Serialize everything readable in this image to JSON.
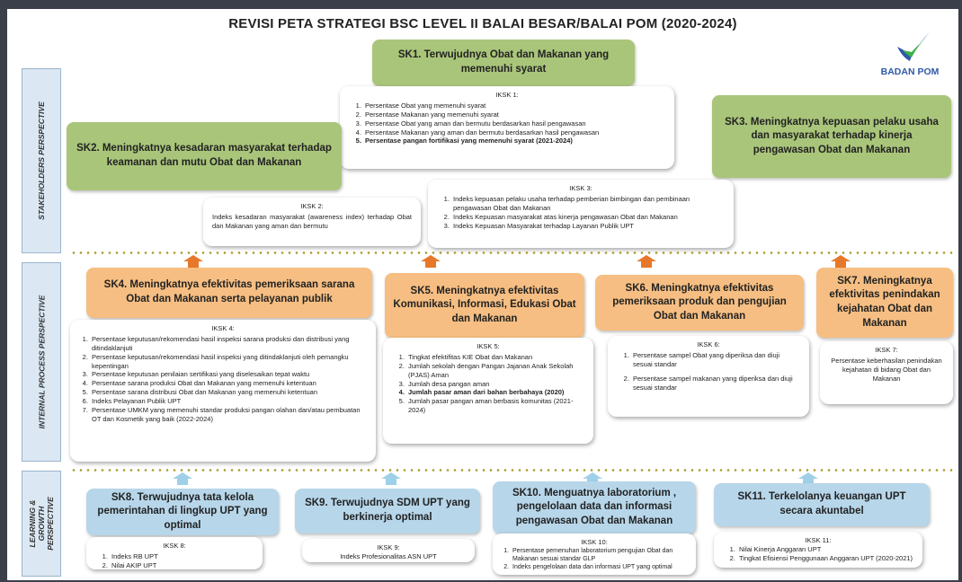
{
  "title": "REVISI PETA STRATEGI BSC LEVEL II BALAI BESAR/BALAI POM (2020-2024)",
  "logo": {
    "text": "BADAN POM",
    "icon": "badan-pom-logo-icon",
    "color": "#2f5aa8"
  },
  "perspectives": {
    "stakeholder": "STAKEHOLDERS PERSPECTIVE",
    "internal": "INTERNAL PROCESS PERSPECTIVE",
    "learning": "LEARNING & GROWTH PERSPECTIVE"
  },
  "colors": {
    "stakeholder": "#a9c57a",
    "internal": "#f6be82",
    "learning": "#b7d6ea",
    "arrow": "#e7782a"
  },
  "sk1": {
    "label": "SK1. Terwujudnya Obat dan Makanan yang memenuhi syarat",
    "iksk_title": "IKSK 1:",
    "items": [
      "Persentase Obat yang memenuhi syarat",
      "Persentase Makanan yang memenuhi syarat",
      "Persentase Obat yang aman dan bermutu berdasarkan hasil pengawasan",
      "Persentase Makanan yang aman dan bermutu berdasarkan hasil pengawasan",
      "Persentase pangan fortifikasi yang memenuhi syarat (2021-2024)"
    ]
  },
  "sk2": {
    "label": "SK2. Meningkatnya kesadaran masyarakat terhadap keamanan dan mutu Obat dan Makanan",
    "iksk_title": "IKSK 2:",
    "text": "Indeks kesadaran masyarakat (awareness index) terhadap Obat dan Makanan yang aman dan bermutu"
  },
  "sk3": {
    "label": "SK3. Meningkatnya kepuasan pelaku usaha dan masyarakat terhadap kinerja pengawasan Obat dan Makanan",
    "iksk_title": "IKSK 3:",
    "items": [
      "Indeks kepuasan pelaku usaha terhadap pemberian bimbingan dan pembinaan pengawasan Obat dan Makanan",
      "Indeks Kepuasan masyarakat atas kinerja pengawasan Obat dan Makanan",
      "Indeks Kepuasan Masyarakat terhadap Layanan Publik UPT"
    ]
  },
  "sk4": {
    "label": "SK4. Meningkatnya efektivitas pemeriksaan sarana Obat dan Makanan serta pelayanan publik",
    "iksk_title": "IKSK 4:",
    "items": [
      "Persentase keputusan/rekomendasi hasil inspeksi sarana produksi dan distribusi yang ditindaklanjuti",
      "Persentase keputusan/rekomendasi hasil inspeksi yang ditindaklanjuti oleh pemangku kepentingan",
      "Persentase keputusan penilaian sertifikasi yang diselesaikan tepat waktu",
      "Persentase sarana produksi Obat dan Makanan yang memenuhi ketentuan",
      "Persentase sarana distribusi Obat dan Makanan yang memenuhi ketentuan",
      "Indeks Pelayanan Publik UPT",
      "Persentase UMKM yang memenuhi standar produksi pangan olahan dan/atau pembuatan OT dan Kosmetik yang baik (2022-2024)"
    ]
  },
  "sk5": {
    "label": "SK5. Meningkatnya efektivitas Komunikasi, Informasi, Edukasi Obat dan Makanan",
    "iksk_title": "IKSK 5:",
    "items": [
      "Tingkat efektifitas KIE Obat dan Makanan",
      "Jumlah sekolah dengan Pangan Jajanan Anak Sekolah (PJAS) Aman",
      "Jumlah desa pangan aman",
      "Jumlah pasar aman dari bahan berbahaya (2020)",
      "Jumlah pasar pangan aman berbasis komunitas (2021-2024)"
    ]
  },
  "sk6": {
    "label": "SK6. Meningkatnya efektivitas pemeriksaan produk dan pengujian Obat dan Makanan",
    "iksk_title": "IKSK 6:",
    "items": [
      "Persentase sampel Obat yang diperiksa dan diuji sesuai standar",
      "Persentase sampel makanan yang diperiksa dan diuji sesuai standar"
    ]
  },
  "sk7": {
    "label": "SK7. Meningkatnya efektivitas penindakan kejahatan Obat dan Makanan",
    "iksk_title": "IKSK 7:",
    "text": "Persentase keberhasilan penindakan kejahatan di bidang Obat dan Makanan"
  },
  "sk8": {
    "label": "SK8. Terwujudnya tata kelola pemerintahan di lingkup UPT yang optimal",
    "iksk_title": "IKSK 8:",
    "items": [
      "Indeks RB UPT",
      "Nilai AKIP UPT"
    ]
  },
  "sk9": {
    "label": "SK9. Terwujudnya SDM UPT yang berkinerja optimal",
    "iksk_title": "IKSK 9:",
    "text": "Indeks Profesionalitas ASN UPT"
  },
  "sk10": {
    "label": "SK10. Menguatnya laboratorium , pengelolaan data dan informasi pengawasan Obat dan Makanan",
    "iksk_title": "IKSK 10:",
    "items": [
      "Persentase pemenuhan laboratorium pengujian Obat dan Makanan sesuai standar GLP",
      "Indeks pengelolaan data dan informasi UPT yang optimal"
    ]
  },
  "sk11": {
    "label": "SK11. Terkelolanya keuangan UPT secara akuntabel",
    "iksk_title": "IKSK 11:",
    "items": [
      "Nilai Kinerja Anggaran UPT",
      "Tingkat Efisiensi Penggunaan Anggaran UPT (2020-2021)"
    ]
  }
}
